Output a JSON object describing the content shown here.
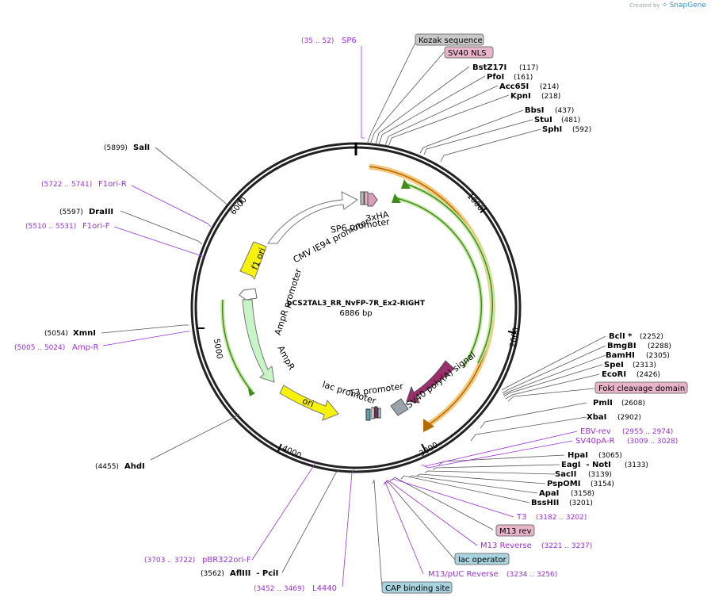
{
  "credit": {
    "prefix": "Created by",
    "brand": "SnapGene"
  },
  "plasmid": {
    "name": "pCS2TAL3_RR_NvFP-7R_Ex2-RIGHT",
    "length": "6886 bp"
  },
  "ticks": [
    "1000",
    "2000",
    "3000",
    "4000",
    "5000",
    "6000"
  ],
  "features": [
    {
      "label": "CMV IE94 promoter"
    },
    {
      "label": "3xHA"
    },
    {
      "label": "SP6 promoter"
    },
    {
      "label": "f1 ori"
    },
    {
      "label": "AmpR promoter"
    },
    {
      "label": "AmpR"
    },
    {
      "label": "ori"
    },
    {
      "label": "lac promoter"
    },
    {
      "label": "T3 promoter"
    },
    {
      "label": "SV40 poly(A) signal"
    }
  ],
  "right_labels": [
    {
      "kind": "box",
      "name": "Kozak sequence",
      "color": "#c8c8c8"
    },
    {
      "kind": "box",
      "name": "SV40 NLS",
      "color": "#e8b4c8"
    },
    {
      "kind": "enz",
      "name": "BstZ17I",
      "pos": "(117)"
    },
    {
      "kind": "enz",
      "name": "PfoI",
      "pos": "(161)"
    },
    {
      "kind": "enz",
      "name": "Acc65I",
      "pos": "(214)"
    },
    {
      "kind": "enz",
      "name": "KpnI",
      "pos": "(218)"
    },
    {
      "kind": "enz",
      "name": "BbsI",
      "pos": "(437)"
    },
    {
      "kind": "enz",
      "name": "StuI",
      "pos": "(481)"
    },
    {
      "kind": "enz",
      "name": "SphI",
      "pos": "(592)"
    },
    {
      "kind": "enz",
      "name": "BclI *",
      "pos": "(2252)"
    },
    {
      "kind": "enz",
      "name": "BmgBI",
      "pos": "(2288)"
    },
    {
      "kind": "enz",
      "name": "BamHI",
      "pos": "(2305)"
    },
    {
      "kind": "enz",
      "name": "SpeI",
      "pos": "(2313)"
    },
    {
      "kind": "enz",
      "name": "EcoRI",
      "pos": "(2426)"
    },
    {
      "kind": "box",
      "name": "FokI cleavage domain",
      "color": "#e8b4c8"
    },
    {
      "kind": "enz",
      "name": "PmlI",
      "pos": "(2608)"
    },
    {
      "kind": "enz",
      "name": "XbaI",
      "pos": "(2902)"
    },
    {
      "kind": "prim",
      "name": "EBV-rev",
      "pos": "(2955 .. 2974)"
    },
    {
      "kind": "prim",
      "name": "SV40pA-R",
      "pos": "(3009 .. 3028)"
    },
    {
      "kind": "enz",
      "name": "HpaI",
      "pos": "(3065)"
    },
    {
      "kind": "enz",
      "name": "EagI  - NotI",
      "pos": "(3133)"
    },
    {
      "kind": "enz",
      "name": "SacII",
      "pos": "(3139)"
    },
    {
      "kind": "enz",
      "name": "PspOMI",
      "pos": "(3154)"
    },
    {
      "kind": "enz",
      "name": "ApaI",
      "pos": "(3158)"
    },
    {
      "kind": "enz",
      "name": "BssHII",
      "pos": "(3201)"
    },
    {
      "kind": "prim",
      "name": "T3",
      "pos": "(3182 .. 3202)"
    },
    {
      "kind": "box",
      "name": "M13 rev",
      "color": "#e8b4c8"
    },
    {
      "kind": "prim",
      "name": "M13 Reverse",
      "pos": "(3221 .. 3237)"
    },
    {
      "kind": "box",
      "name": "lac operator",
      "color": "#a8d4e0"
    },
    {
      "kind": "prim",
      "name": "M13/pUC Reverse",
      "pos": "(3234 .. 3256)"
    },
    {
      "kind": "box",
      "name": "CAP binding site",
      "color": "#a8d4e0"
    }
  ],
  "left_labels": [
    {
      "kind": "prim",
      "name": "SP6",
      "pos": "(35 .. 52)"
    },
    {
      "kind": "enz",
      "name": "SalI",
      "pos": "(5899)"
    },
    {
      "kind": "prim",
      "name": "F1ori-R",
      "pos": "(5722 .. 5741)"
    },
    {
      "kind": "enz",
      "name": "DraIII",
      "pos": "(5597)"
    },
    {
      "kind": "prim",
      "name": "F1ori-F",
      "pos": "(5510 .. 5531)"
    },
    {
      "kind": "enz",
      "name": "XmnI",
      "pos": "(5054)"
    },
    {
      "kind": "prim",
      "name": "Amp-R",
      "pos": "(5005 .. 5024)"
    },
    {
      "kind": "enz",
      "name": "AhdI",
      "pos": "(4455)"
    },
    {
      "kind": "prim",
      "name": "pBR322ori-F",
      "pos": "(3703 .. 3722)"
    },
    {
      "kind": "enz",
      "name": "AflIII  - PciI",
      "pos": "(3562)"
    },
    {
      "kind": "prim",
      "name": "L4440",
      "pos": "(3452 .. 3469)"
    }
  ]
}
